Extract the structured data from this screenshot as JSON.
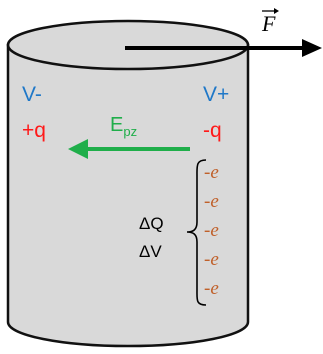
{
  "colors": {
    "cylinder_fill": "#d9d9d9",
    "cylinder_stroke": "#111111",
    "blue_text": "#1f78c8",
    "red_text": "#ff1a1a",
    "field_green": "#1fae4a",
    "electron_orange": "#c0602a",
    "black": "#000000"
  },
  "force": {
    "symbol": "F"
  },
  "left_labels": {
    "potential": "V-",
    "charge": "+q"
  },
  "right_labels": {
    "potential": "V+",
    "charge": "-q"
  },
  "field": {
    "symbol": "E",
    "subscript": "pz"
  },
  "electrons": [
    "-e",
    "-e",
    "-e",
    "-e",
    "-e"
  ],
  "brace_labels": {
    "charge_change": "ΔQ",
    "voltage_change": "ΔV"
  }
}
